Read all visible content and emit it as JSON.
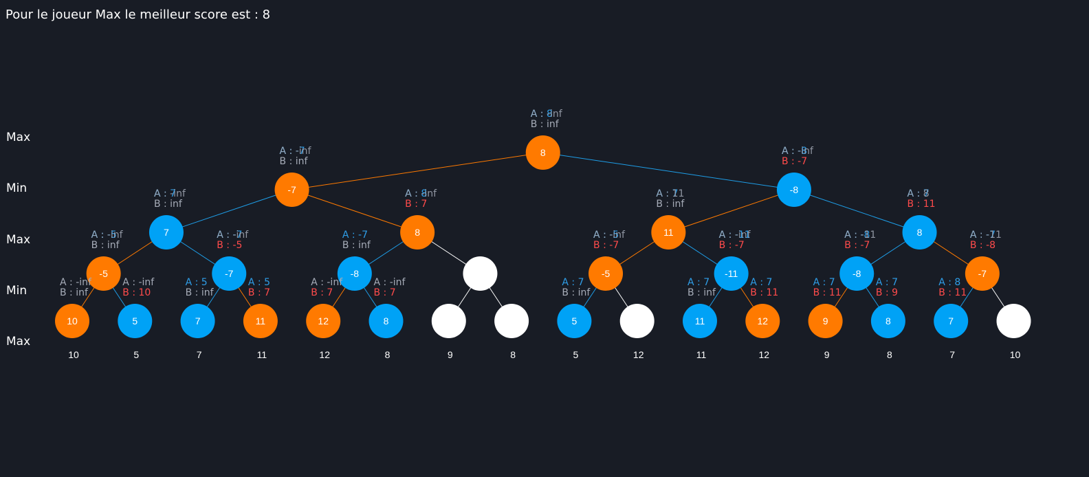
{
  "title": "Pour le joueur Max le meilleur score est : 8",
  "levels": [
    "Max",
    "Min",
    "Max",
    "Min",
    "Max"
  ],
  "colors": {
    "background": "#181c25",
    "max_node": "#ff7a00",
    "min_node": "#00a2f6",
    "unexplored_node": "#ffffff",
    "alpha_text": "#2f9ee8",
    "beta_text": "#ff4b4b",
    "neutral_text": "#a6acb8",
    "edge_max": "#ff7a00",
    "edge_min": "#1e9ee8",
    "edge_unexplored": "#ffffff"
  },
  "tree": {
    "nodes": [
      {
        "id": "n0",
        "type": "max",
        "value": "8",
        "alpha": [
          "A : 8",
          "A : -inf"
        ],
        "alpha_hi": true,
        "beta": [
          "B : inf"
        ],
        "beta_hi": false
      },
      {
        "id": "n1",
        "type": "max",
        "value": "-7",
        "alpha": [
          "A : -7",
          "A : -inf"
        ],
        "alpha_hi": true,
        "beta": [
          "B : inf"
        ],
        "beta_hi": false
      },
      {
        "id": "n2",
        "type": "min",
        "value": "-8",
        "alpha": [
          "A : -8",
          "A : -inf"
        ],
        "alpha_hi": true,
        "beta": [
          "B : -7"
        ],
        "beta_hi": true
      },
      {
        "id": "n3",
        "type": "min",
        "value": "7",
        "alpha": [
          "A : 7",
          "A : -inf"
        ],
        "alpha_hi": true,
        "beta": [
          "B : inf"
        ],
        "beta_hi": false
      },
      {
        "id": "n4",
        "type": "max",
        "value": "8",
        "alpha": [
          "A : 8",
          "A : -inf"
        ],
        "alpha_hi": true,
        "beta": [
          "B : 7"
        ],
        "beta_hi": true
      },
      {
        "id": "n5",
        "type": "max",
        "value": "11",
        "alpha": [
          "A : 7",
          "A : 11"
        ],
        "alpha_hi": true,
        "beta": [
          "B : inf"
        ],
        "beta_hi": false
      },
      {
        "id": "n6",
        "type": "min",
        "value": "8",
        "alpha": [
          "A : 7",
          "A : 8"
        ],
        "alpha_hi": true,
        "beta": [
          "B : 11"
        ],
        "beta_hi": true
      },
      {
        "id": "n7",
        "type": "max",
        "value": "-5",
        "alpha": [
          "A : -5",
          "A : -inf"
        ],
        "alpha_hi": true,
        "beta": [
          "B : inf"
        ],
        "beta_hi": false
      },
      {
        "id": "n8",
        "type": "min",
        "value": "-7",
        "alpha": [
          "A : -7",
          "A : -inf"
        ],
        "alpha_hi": true,
        "beta": [
          "B : -5"
        ],
        "beta_hi": true
      },
      {
        "id": "n9",
        "type": "min",
        "value": "-8",
        "alpha": [
          "A : -7"
        ],
        "alpha_hi": true,
        "beta": [
          "B : inf"
        ],
        "beta_hi": false
      },
      {
        "id": "n10",
        "type": "unexplored",
        "value": "",
        "alpha": [],
        "alpha_hi": false,
        "beta": [],
        "beta_hi": false
      },
      {
        "id": "n11",
        "type": "max",
        "value": "-5",
        "alpha": [
          "A : -5",
          "A : -inf"
        ],
        "alpha_hi": true,
        "beta": [
          "B : -7"
        ],
        "beta_hi": true
      },
      {
        "id": "n12",
        "type": "min",
        "value": "-11",
        "alpha": [
          "A : -11",
          "A : -inf"
        ],
        "alpha_hi": true,
        "beta": [
          "B : -7"
        ],
        "beta_hi": true
      },
      {
        "id": "n13",
        "type": "min",
        "value": "-8",
        "alpha": [
          "A : -8",
          "A : -11"
        ],
        "alpha_hi": true,
        "beta": [
          "B : -7"
        ],
        "beta_hi": true
      },
      {
        "id": "n14",
        "type": "max",
        "value": "-7",
        "alpha": [
          "A : -7",
          "A : -11"
        ],
        "alpha_hi": true,
        "beta": [
          "B : -8"
        ],
        "beta_hi": true
      },
      {
        "id": "n15",
        "type": "max",
        "value": "10",
        "alpha": [
          "A : -inf"
        ],
        "alpha_hi": false,
        "beta": [
          "B : inf"
        ],
        "beta_hi": false
      },
      {
        "id": "n16",
        "type": "min",
        "value": "5",
        "alpha": [
          "A : -inf"
        ],
        "alpha_hi": false,
        "beta": [
          "B : 10"
        ],
        "beta_hi": true
      },
      {
        "id": "n17",
        "type": "min",
        "value": "7",
        "alpha": [
          "A : 5"
        ],
        "alpha_hi": true,
        "beta": [
          "B : inf"
        ],
        "beta_hi": false
      },
      {
        "id": "n18",
        "type": "max",
        "value": "11",
        "alpha": [
          "A : 5"
        ],
        "alpha_hi": true,
        "beta": [
          "B : 7"
        ],
        "beta_hi": true
      },
      {
        "id": "n19",
        "type": "max",
        "value": "12",
        "alpha": [
          "A : -inf"
        ],
        "alpha_hi": false,
        "beta": [
          "B : 7"
        ],
        "beta_hi": true
      },
      {
        "id": "n20",
        "type": "min",
        "value": "8",
        "alpha": [
          "A : -inf"
        ],
        "alpha_hi": false,
        "beta": [
          "B : 7"
        ],
        "beta_hi": true
      },
      {
        "id": "n21",
        "type": "unexplored",
        "value": "",
        "alpha": [],
        "alpha_hi": false,
        "beta": [],
        "beta_hi": false
      },
      {
        "id": "n22",
        "type": "unexplored",
        "value": "",
        "alpha": [],
        "alpha_hi": false,
        "beta": [],
        "beta_hi": false
      },
      {
        "id": "n23",
        "type": "min",
        "value": "5",
        "alpha": [
          "A : 7"
        ],
        "alpha_hi": true,
        "beta": [
          "B : inf"
        ],
        "beta_hi": false
      },
      {
        "id": "n24",
        "type": "unexplored",
        "value": "",
        "alpha": [],
        "alpha_hi": false,
        "beta": [],
        "beta_hi": false
      },
      {
        "id": "n25",
        "type": "min",
        "value": "11",
        "alpha": [
          "A : 7"
        ],
        "alpha_hi": true,
        "beta": [
          "B : inf"
        ],
        "beta_hi": false
      },
      {
        "id": "n26",
        "type": "max",
        "value": "12",
        "alpha": [
          "A : 7"
        ],
        "alpha_hi": true,
        "beta": [
          "B : 11"
        ],
        "beta_hi": true
      },
      {
        "id": "n27",
        "type": "max",
        "value": "9",
        "alpha": [
          "A : 7"
        ],
        "alpha_hi": true,
        "beta": [
          "B : 11"
        ],
        "beta_hi": true
      },
      {
        "id": "n28",
        "type": "min",
        "value": "8",
        "alpha": [
          "A : 7"
        ],
        "alpha_hi": true,
        "beta": [
          "B : 9"
        ],
        "beta_hi": true
      },
      {
        "id": "n29",
        "type": "min",
        "value": "7",
        "alpha": [
          "A : 8"
        ],
        "alpha_hi": true,
        "beta": [
          "B : 11"
        ],
        "beta_hi": true
      },
      {
        "id": "n30",
        "type": "unexplored",
        "value": "",
        "alpha": [],
        "alpha_hi": false,
        "beta": [],
        "beta_hi": false
      }
    ],
    "edges": [
      [
        "n0",
        "n1",
        "max"
      ],
      [
        "n0",
        "n2",
        "min"
      ],
      [
        "n1",
        "n3",
        "min"
      ],
      [
        "n1",
        "n4",
        "max"
      ],
      [
        "n2",
        "n5",
        "max"
      ],
      [
        "n2",
        "n6",
        "min"
      ],
      [
        "n3",
        "n7",
        "max"
      ],
      [
        "n3",
        "n8",
        "min"
      ],
      [
        "n4",
        "n9",
        "min"
      ],
      [
        "n4",
        "n10",
        "unexplored"
      ],
      [
        "n5",
        "n11",
        "max"
      ],
      [
        "n5",
        "n12",
        "min"
      ],
      [
        "n6",
        "n13",
        "min"
      ],
      [
        "n6",
        "n14",
        "max"
      ],
      [
        "n7",
        "n15",
        "max"
      ],
      [
        "n7",
        "n16",
        "min"
      ],
      [
        "n8",
        "n17",
        "min"
      ],
      [
        "n8",
        "n18",
        "max"
      ],
      [
        "n9",
        "n19",
        "max"
      ],
      [
        "n9",
        "n20",
        "min"
      ],
      [
        "n10",
        "n21",
        "unexplored"
      ],
      [
        "n10",
        "n22",
        "unexplored"
      ],
      [
        "n11",
        "n23",
        "min"
      ],
      [
        "n11",
        "n24",
        "unexplored"
      ],
      [
        "n12",
        "n25",
        "min"
      ],
      [
        "n12",
        "n26",
        "max"
      ],
      [
        "n13",
        "n27",
        "max"
      ],
      [
        "n13",
        "n28",
        "min"
      ],
      [
        "n14",
        "n29",
        "min"
      ],
      [
        "n14",
        "n30",
        "unexplored"
      ]
    ],
    "leaf_scores": [
      "10",
      "5",
      "7",
      "11",
      "12",
      "8",
      "9",
      "8",
      "5",
      "12",
      "11",
      "12",
      "9",
      "8",
      "7",
      "10"
    ]
  }
}
